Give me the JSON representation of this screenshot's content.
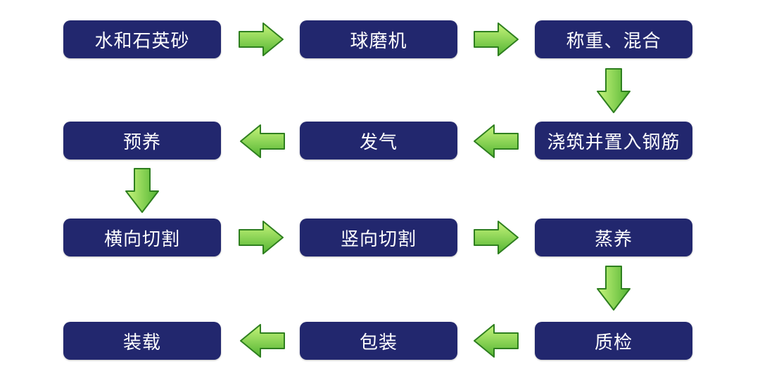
{
  "colors": {
    "box_fill": "#22276e",
    "box_text": "#ffffff",
    "arrow_light": "#b7f26a",
    "arrow_dark": "#3fa32a",
    "arrow_stroke": "#2e7f1f"
  },
  "icons": {
    "right": "arrow-right-icon",
    "left": "arrow-left-icon",
    "down": "arrow-down-icon"
  },
  "steps": [
    {
      "label": "水和石英砂"
    },
    {
      "label": "球磨机"
    },
    {
      "label": "称重、混合"
    },
    {
      "label": "浇筑并置入钢筋"
    },
    {
      "label": "发气"
    },
    {
      "label": "预养"
    },
    {
      "label": "横向切割"
    },
    {
      "label": "竖向切割"
    },
    {
      "label": "蒸养"
    },
    {
      "label": "质检"
    },
    {
      "label": "包装"
    },
    {
      "label": "装载"
    }
  ]
}
